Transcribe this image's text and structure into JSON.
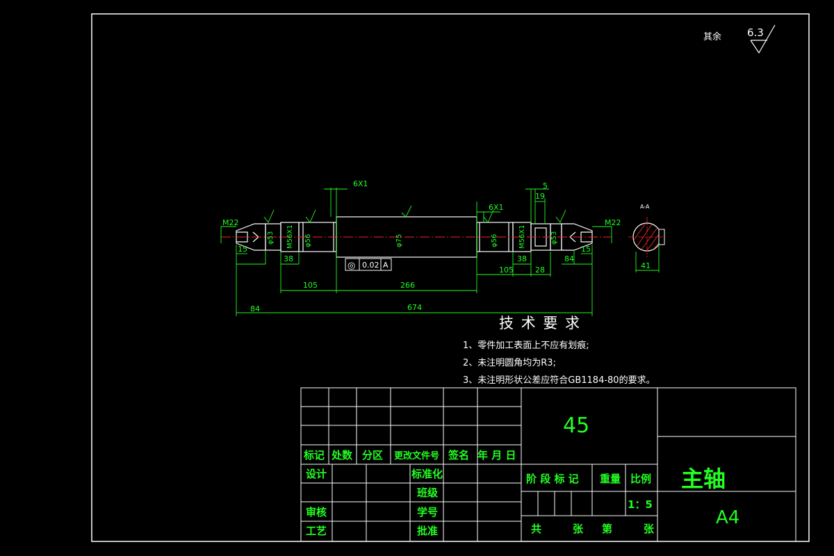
{
  "roughness": {
    "rest_label": "其余",
    "value": "6.3"
  },
  "section_label": "A-A",
  "drawing": {
    "dims": {
      "chamfer_6x1_a": "6X1",
      "chamfer_6x1_b": "6X1",
      "d5": "5",
      "d19": "19",
      "m22_left": "M22",
      "m22_right": "M22",
      "m56_left": "M56X1",
      "m56_right": "M56X1",
      "phi53_left": "φ53",
      "phi53_right": "φ53",
      "phi56_left": "φ56",
      "phi56_right": "φ56",
      "phi75": "φ75",
      "d84_left": "84",
      "d38_left": "38",
      "d105_left": "105",
      "d266": "266",
      "d105_right": "105",
      "d38_right": "38",
      "d28": "28",
      "d84_right": "84",
      "d15_left": "15",
      "d15_right": "15",
      "d674": "674",
      "d41": "41"
    },
    "tolerance_frame": {
      "symbol": "◎",
      "value": "0.02",
      "datum": "A"
    }
  },
  "tech_requirements": {
    "title": "技 术 要 求",
    "items": [
      "1、零件加工表面上不应有划痕;",
      "2、未注明圆角均为R3;",
      "3、未注明形状公差应符合GB1184-80的要求。"
    ]
  },
  "title_block": {
    "material": "45",
    "part_name": "主轴",
    "sheet_size": "A4",
    "labels": {
      "mark": "标记",
      "count": "处数",
      "zone": "分区",
      "change_doc": "更改文件号",
      "signature": "签名",
      "date": "年 月 日",
      "design": "设计",
      "standardize": "标准化",
      "class": "班级",
      "review": "审核",
      "student_no": "学号",
      "process": "工艺",
      "approve": "批准",
      "stage_mark": "阶 段 标 记",
      "weight": "重量",
      "scale": "比例",
      "total": "共",
      "sheets": "张",
      "sheet_no": "第",
      "sheet_unit": "张"
    },
    "scale_value": "1：5"
  }
}
